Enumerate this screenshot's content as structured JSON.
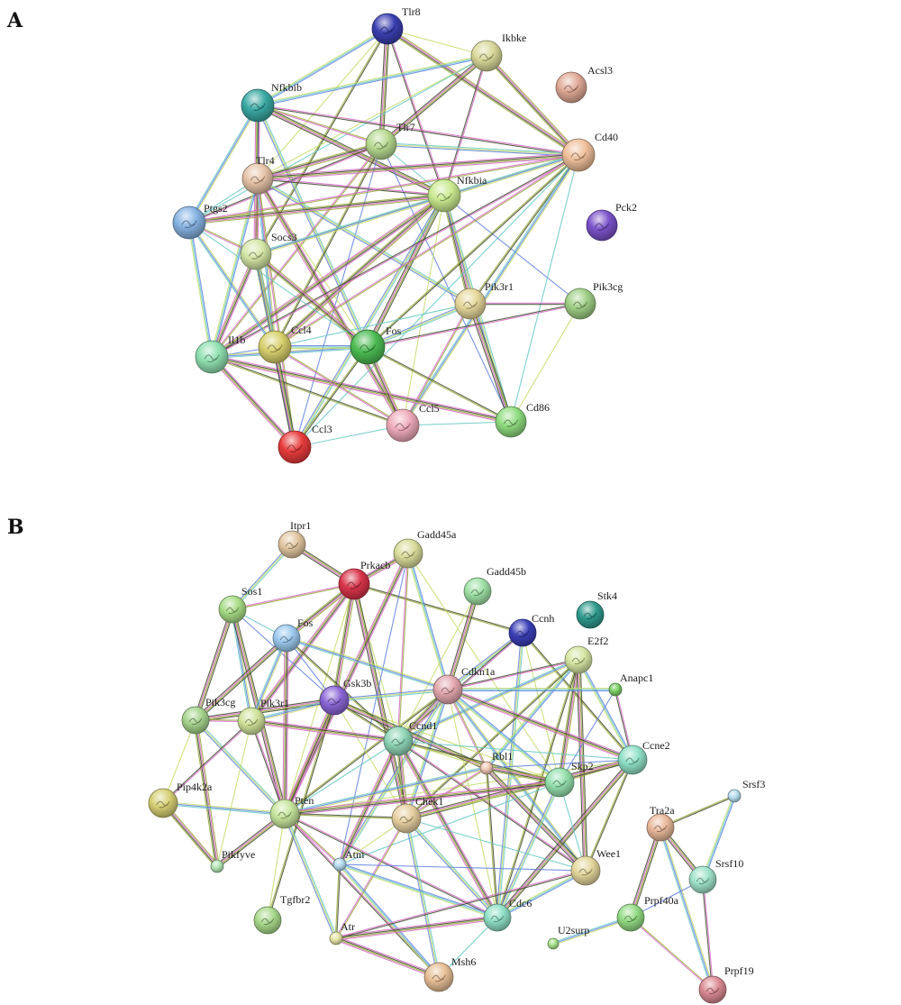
{
  "panels": [
    {
      "label": "A",
      "nodes": [
        {
          "id": "Tlr8",
          "label": "Tlr8",
          "color": "#3a3fb0"
        },
        {
          "id": "Ikbke",
          "label": "Ikbke",
          "color": "#d8d89a"
        },
        {
          "id": "Acsl3",
          "label": "Acsl3",
          "color": "#e0a996"
        },
        {
          "id": "Nfkbib",
          "label": "Nfkbib",
          "color": "#3aa9a3"
        },
        {
          "id": "Tlr7",
          "label": "Tlr7",
          "color": "#b7d98f"
        },
        {
          "id": "Cd40",
          "label": "Cd40",
          "color": "#efbf9a"
        },
        {
          "id": "Tlr4",
          "label": "Tlr4",
          "color": "#e7c3a8"
        },
        {
          "id": "Nfkbia",
          "label": "Nfkbia",
          "color": "#c9ea8f"
        },
        {
          "id": "Pck2",
          "label": "Pck2",
          "color": "#7a52c9"
        },
        {
          "id": "Ptgs2",
          "label": "Ptgs2",
          "color": "#86b3e2"
        },
        {
          "id": "Socs3",
          "label": "Socs3",
          "color": "#d3e6a5"
        },
        {
          "id": "Pik3r1",
          "label": "Pik3r1",
          "color": "#e6d79a"
        },
        {
          "id": "Pik3cg",
          "label": "Pik3cg",
          "color": "#9fcf86"
        },
        {
          "id": "Il1b",
          "label": "Il1b",
          "color": "#8fe0b0"
        },
        {
          "id": "Ccl4",
          "label": "Ccl4",
          "color": "#d8cf6c"
        },
        {
          "id": "Fos",
          "label": "Fos",
          "color": "#4cbc52"
        },
        {
          "id": "Ccl5",
          "label": "Ccl5",
          "color": "#eeaab9"
        },
        {
          "id": "Cd86",
          "label": "Cd86",
          "color": "#8fdc7f"
        },
        {
          "id": "Ccl3",
          "label": "Ccl3",
          "color": "#e83b3b"
        }
      ],
      "edges": [
        [
          "Tlr8",
          "Ikbke"
        ],
        [
          "Tlr8",
          "Nfkbib"
        ],
        [
          "Tlr8",
          "Tlr7"
        ],
        [
          "Tlr8",
          "Tlr4"
        ],
        [
          "Tlr8",
          "Nfkbia"
        ],
        [
          "Tlr8",
          "Cd40"
        ],
        [
          "Tlr8",
          "Socs3"
        ],
        [
          "Ikbke",
          "Nfkbib"
        ],
        [
          "Ikbke",
          "Tlr7"
        ],
        [
          "Ikbke",
          "Nfkbia"
        ],
        [
          "Ikbke",
          "Cd40"
        ],
        [
          "Ikbke",
          "Tlr4"
        ],
        [
          "Ikbke",
          "Ptgs2"
        ],
        [
          "Nfkbib",
          "Tlr7"
        ],
        [
          "Nfkbib",
          "Tlr4"
        ],
        [
          "Nfkbib",
          "Nfkbia"
        ],
        [
          "Nfkbib",
          "Ptgs2"
        ],
        [
          "Nfkbib",
          "Cd40"
        ],
        [
          "Nfkbib",
          "Socs3"
        ],
        [
          "Nfkbib",
          "Fos"
        ],
        [
          "Tlr7",
          "Tlr4"
        ],
        [
          "Tlr7",
          "Nfkbia"
        ],
        [
          "Tlr7",
          "Cd40"
        ],
        [
          "Tlr7",
          "Ptgs2"
        ],
        [
          "Tlr7",
          "Il1b"
        ],
        [
          "Tlr7",
          "Ccl4"
        ],
        [
          "Tlr7",
          "Cd86"
        ],
        [
          "Tlr7",
          "Ccl3"
        ],
        [
          "Tlr4",
          "Nfkbia"
        ],
        [
          "Tlr4",
          "Cd40"
        ],
        [
          "Tlr4",
          "Ptgs2"
        ],
        [
          "Tlr4",
          "Socs3"
        ],
        [
          "Tlr4",
          "Il1b"
        ],
        [
          "Tlr4",
          "Ccl4"
        ],
        [
          "Tlr4",
          "Fos"
        ],
        [
          "Tlr4",
          "Ccl5"
        ],
        [
          "Tlr4",
          "Ccl3"
        ],
        [
          "Tlr4",
          "Pik3r1"
        ],
        [
          "Nfkbia",
          "Cd40"
        ],
        [
          "Nfkbia",
          "Ptgs2"
        ],
        [
          "Nfkbia",
          "Socs3"
        ],
        [
          "Nfkbia",
          "Pik3r1"
        ],
        [
          "Nfkbia",
          "Pik3cg"
        ],
        [
          "Nfkbia",
          "Il1b"
        ],
        [
          "Nfkbia",
          "Ccl4"
        ],
        [
          "Nfkbia",
          "Fos"
        ],
        [
          "Nfkbia",
          "Ccl5"
        ],
        [
          "Nfkbia",
          "Cd86"
        ],
        [
          "Nfkbia",
          "Ccl3"
        ],
        [
          "Cd40",
          "Ptgs2"
        ],
        [
          "Cd40",
          "Socs3"
        ],
        [
          "Cd40",
          "Pik3r1"
        ],
        [
          "Cd40",
          "Il1b"
        ],
        [
          "Cd40",
          "Ccl4"
        ],
        [
          "Cd40",
          "Fos"
        ],
        [
          "Cd40",
          "Ccl5"
        ],
        [
          "Cd40",
          "Cd86"
        ],
        [
          "Cd40",
          "Ccl3"
        ],
        [
          "Ptgs2",
          "Socs3"
        ],
        [
          "Ptgs2",
          "Il1b"
        ],
        [
          "Ptgs2",
          "Ccl4"
        ],
        [
          "Ptgs2",
          "Fos"
        ],
        [
          "Socs3",
          "Il1b"
        ],
        [
          "Socs3",
          "Ccl4"
        ],
        [
          "Socs3",
          "Fos"
        ],
        [
          "Socs3",
          "Ccl3"
        ],
        [
          "Pik3r1",
          "Pik3cg"
        ],
        [
          "Pik3r1",
          "Fos"
        ],
        [
          "Pik3r1",
          "Ccl5"
        ],
        [
          "Pik3r1",
          "Cd86"
        ],
        [
          "Pik3r1",
          "Ccl4"
        ],
        [
          "Pik3cg",
          "Cd86"
        ],
        [
          "Pik3cg",
          "Fos"
        ],
        [
          "Il1b",
          "Ccl4"
        ],
        [
          "Il1b",
          "Fos"
        ],
        [
          "Il1b",
          "Ccl5"
        ],
        [
          "Il1b",
          "Ccl3"
        ],
        [
          "Il1b",
          "Cd86"
        ],
        [
          "Ccl4",
          "Fos"
        ],
        [
          "Ccl4",
          "Ccl5"
        ],
        [
          "Ccl4",
          "Ccl3"
        ],
        [
          "Fos",
          "Ccl5"
        ],
        [
          "Fos",
          "Ccl3"
        ],
        [
          "Fos",
          "Cd86"
        ],
        [
          "Ccl5",
          "Ccl3"
        ],
        [
          "Ccl5",
          "Cd86"
        ]
      ]
    },
    {
      "label": "B",
      "nodes": [
        {
          "id": "Itpr1",
          "label": "Itpr1",
          "color": "#e1c6a0"
        },
        {
          "id": "Gadd45a",
          "label": "Gadd45a",
          "color": "#d9dc9a"
        },
        {
          "id": "Prkacb",
          "label": "Prkacb",
          "color": "#d8344a"
        },
        {
          "id": "Gadd45b",
          "label": "Gadd45b",
          "color": "#9ee0a5"
        },
        {
          "id": "Stk4",
          "label": "Stk4",
          "color": "#2f9a8e"
        },
        {
          "id": "Sos1",
          "label": "Sos1",
          "color": "#a7dc86"
        },
        {
          "id": "Fos",
          "label": "Fos",
          "color": "#9cc9ef"
        },
        {
          "id": "Ccnh",
          "label": "Ccnh",
          "color": "#3a3fb5"
        },
        {
          "id": "E2f2",
          "label": "E2f2",
          "color": "#d6e6a3"
        },
        {
          "id": "Anapc1",
          "label": "Anapc1",
          "color": "#7ccf67"
        },
        {
          "id": "Cdkn1a",
          "label": "Cdkn1a",
          "color": "#e2a7ad"
        },
        {
          "id": "Gsk3b",
          "label": "Gsk3b",
          "color": "#8a66d6"
        },
        {
          "id": "Pik3cg",
          "label": "Pik3cg",
          "color": "#a6d48d"
        },
        {
          "id": "Pik3r1",
          "label": "Pik3r1",
          "color": "#cfe39a"
        },
        {
          "id": "Ccnd1",
          "label": "Ccnd1",
          "color": "#8fd6b5"
        },
        {
          "id": "Ccne2",
          "label": "Ccne2",
          "color": "#8fe0c6"
        },
        {
          "id": "Rbl1",
          "label": "Rbl1",
          "color": "#f1c7b3"
        },
        {
          "id": "Skp2",
          "label": "Skp2",
          "color": "#94e0ad"
        },
        {
          "id": "Srsf3",
          "label": "Srsf3",
          "color": "#b8def0"
        },
        {
          "id": "Pip4k2a",
          "label": "Pip4k2a",
          "color": "#d6cf74"
        },
        {
          "id": "Pten",
          "label": "Pten",
          "color": "#c6e59c"
        },
        {
          "id": "Chek1",
          "label": "Chek1",
          "color": "#e6cfa0"
        },
        {
          "id": "Tra2a",
          "label": "Tra2a",
          "color": "#e9b89a"
        },
        {
          "id": "Pikfyve",
          "label": "Pikfyve",
          "color": "#b4e6b4"
        },
        {
          "id": "Atm",
          "label": "Atm",
          "color": "#b4daee"
        },
        {
          "id": "Wee1",
          "label": "Wee1",
          "color": "#e4d79c"
        },
        {
          "id": "Srsf10",
          "label": "Srsf10",
          "color": "#9fe3ca"
        },
        {
          "id": "Tgfbr2",
          "label": "Tgfbr2",
          "color": "#a9d98c"
        },
        {
          "id": "Cdc6",
          "label": "Cdc6",
          "color": "#8fe0c6"
        },
        {
          "id": "Prpf40a",
          "label": "Prpf40a",
          "color": "#93db84"
        },
        {
          "id": "Atr",
          "label": "Atr",
          "color": "#e7e6a6"
        },
        {
          "id": "U2surp",
          "label": "U2surp",
          "color": "#a6e28a"
        },
        {
          "id": "Msh6",
          "label": "Msh6",
          "color": "#e7bf96"
        },
        {
          "id": "Prpf19",
          "label": "Prpf19",
          "color": "#d98a92"
        }
      ],
      "edges": [
        [
          "Itpr1",
          "Prkacb"
        ],
        [
          "Itpr1",
          "Sos1"
        ],
        [
          "Prkacb",
          "Gadd45a"
        ],
        [
          "Prkacb",
          "Sos1"
        ],
        [
          "Prkacb",
          "Fos"
        ],
        [
          "Prkacb",
          "Gsk3b"
        ],
        [
          "Prkacb",
          "Ccnh"
        ],
        [
          "Prkacb",
          "Pten"
        ],
        [
          "Prkacb",
          "Ccnd1"
        ],
        [
          "Prkacb",
          "Pik3r1"
        ],
        [
          "Prkacb",
          "Chek1"
        ],
        [
          "Gadd45a",
          "Ccnd1"
        ],
        [
          "Gadd45a",
          "Cdkn1a"
        ],
        [
          "Gadd45a",
          "Pten"
        ],
        [
          "Gadd45a",
          "Skp2"
        ],
        [
          "Gadd45a",
          "Atm"
        ],
        [
          "Gadd45b",
          "Cdkn1a"
        ],
        [
          "Gadd45b",
          "Ccnd1"
        ],
        [
          "Sos1",
          "Fos"
        ],
        [
          "Sos1",
          "Pik3cg"
        ],
        [
          "Sos1",
          "Pik3r1"
        ],
        [
          "Sos1",
          "Pten"
        ],
        [
          "Sos1",
          "Gsk3b"
        ],
        [
          "Fos",
          "Gsk3b"
        ],
        [
          "Fos",
          "Pik3r1"
        ],
        [
          "Fos",
          "Pten"
        ],
        [
          "Fos",
          "Ccnd1"
        ],
        [
          "Fos",
          "Pik3cg"
        ],
        [
          "Fos",
          "Cdkn1a"
        ],
        [
          "Ccnh",
          "Cdkn1a"
        ],
        [
          "Ccnh",
          "Ccnd1"
        ],
        [
          "Ccnh",
          "Ccne2"
        ],
        [
          "Ccnh",
          "Skp2"
        ],
        [
          "Ccnh",
          "Cdc6"
        ],
        [
          "E2f2",
          "Cdkn1a"
        ],
        [
          "E2f2",
          "Ccnd1"
        ],
        [
          "E2f2",
          "Rbl1"
        ],
        [
          "E2f2",
          "Skp2"
        ],
        [
          "E2f2",
          "Ccne2"
        ],
        [
          "E2f2",
          "Cdc6"
        ],
        [
          "E2f2",
          "Wee1"
        ],
        [
          "E2f2",
          "Chek1"
        ],
        [
          "Anapc1",
          "Ccne2"
        ],
        [
          "Anapc1",
          "Cdkn1a"
        ],
        [
          "Anapc1",
          "Skp2"
        ],
        [
          "Cdkn1a",
          "Gsk3b"
        ],
        [
          "Cdkn1a",
          "Ccnd1"
        ],
        [
          "Cdkn1a",
          "Rbl1"
        ],
        [
          "Cdkn1a",
          "Skp2"
        ],
        [
          "Cdkn1a",
          "Ccne2"
        ],
        [
          "Cdkn1a",
          "Chek1"
        ],
        [
          "Cdkn1a",
          "Pten"
        ],
        [
          "Cdkn1a",
          "Cdc6"
        ],
        [
          "Cdkn1a",
          "Wee1"
        ],
        [
          "Cdkn1a",
          "Atm"
        ],
        [
          "Gsk3b",
          "Pik3cg"
        ],
        [
          "Gsk3b",
          "Pik3r1"
        ],
        [
          "Gsk3b",
          "Ccnd1"
        ],
        [
          "Gsk3b",
          "Pten"
        ],
        [
          "Gsk3b",
          "Chek1"
        ],
        [
          "Gsk3b",
          "Skp2"
        ],
        [
          "Gsk3b",
          "Rbl1"
        ],
        [
          "Gsk3b",
          "Tgfbr2"
        ],
        [
          "Pik3cg",
          "Pik3r1"
        ],
        [
          "Pik3cg",
          "Pip4k2a"
        ],
        [
          "Pik3cg",
          "Pten"
        ],
        [
          "Pik3cg",
          "Pikfyve"
        ],
        [
          "Pik3r1",
          "Pten"
        ],
        [
          "Pik3r1",
          "Pip4k2a"
        ],
        [
          "Pik3r1",
          "Ccnd1"
        ],
        [
          "Pik3r1",
          "Pikfyve"
        ],
        [
          "Ccnd1",
          "Rbl1"
        ],
        [
          "Ccnd1",
          "Skp2"
        ],
        [
          "Ccnd1",
          "Ccne2"
        ],
        [
          "Ccnd1",
          "Pten"
        ],
        [
          "Ccnd1",
          "Chek1"
        ],
        [
          "Ccnd1",
          "Cdc6"
        ],
        [
          "Ccnd1",
          "Wee1"
        ],
        [
          "Ccnd1",
          "Atm"
        ],
        [
          "Ccne2",
          "Skp2"
        ],
        [
          "Ccne2",
          "Rbl1"
        ],
        [
          "Ccne2",
          "Chek1"
        ],
        [
          "Ccne2",
          "Cdc6"
        ],
        [
          "Ccne2",
          "Wee1"
        ],
        [
          "Ccne2",
          "Pten"
        ],
        [
          "Rbl1",
          "Skp2"
        ],
        [
          "Rbl1",
          "Chek1"
        ],
        [
          "Rbl1",
          "Pten"
        ],
        [
          "Rbl1",
          "Cdc6"
        ],
        [
          "Rbl1",
          "Wee1"
        ],
        [
          "Skp2",
          "Chek1"
        ],
        [
          "Skp2",
          "Cdc6"
        ],
        [
          "Skp2",
          "Wee1"
        ],
        [
          "Skp2",
          "Pten"
        ],
        [
          "Skp2",
          "Atm"
        ],
        [
          "Pip4k2a",
          "Pten"
        ],
        [
          "Pip4k2a",
          "Pikfyve"
        ],
        [
          "Pten",
          "Chek1"
        ],
        [
          "Pten",
          "Atm"
        ],
        [
          "Pten",
          "Atr"
        ],
        [
          "Pten",
          "Pikfyve"
        ],
        [
          "Pten",
          "Tgfbr2"
        ],
        [
          "Pten",
          "Cdc6"
        ],
        [
          "Pten",
          "Msh6"
        ],
        [
          "Chek1",
          "Atm"
        ],
        [
          "Chek1",
          "Atr"
        ],
        [
          "Chek1",
          "Cdc6"
        ],
        [
          "Chek1",
          "Wee1"
        ],
        [
          "Chek1",
          "Msh6"
        ],
        [
          "Atm",
          "Atr"
        ],
        [
          "Atm",
          "Cdc6"
        ],
        [
          "Atm",
          "Wee1"
        ],
        [
          "Atm",
          "Msh6"
        ],
        [
          "Atr",
          "Cdc6"
        ],
        [
          "Atr",
          "Msh6"
        ],
        [
          "Atr",
          "Wee1"
        ],
        [
          "Wee1",
          "Cdc6"
        ],
        [
          "Cdc6",
          "Msh6"
        ],
        [
          "Srsf3",
          "Tra2a"
        ],
        [
          "Srsf3",
          "Srsf10"
        ],
        [
          "Tra2a",
          "Srsf10"
        ],
        [
          "Tra2a",
          "Prpf40a"
        ],
        [
          "Tra2a",
          "Prpf19"
        ],
        [
          "Srsf10",
          "Prpf40a"
        ],
        [
          "Srsf10",
          "Prpf19"
        ],
        [
          "Prpf40a",
          "U2surp"
        ],
        [
          "Prpf40a",
          "Prpf19"
        ]
      ]
    }
  ],
  "edge_colors": [
    "#c5dc6a",
    "#d768c7",
    "#5f7fe0",
    "#3d4a2a",
    "#66c9c4",
    "#9aa93a"
  ]
}
